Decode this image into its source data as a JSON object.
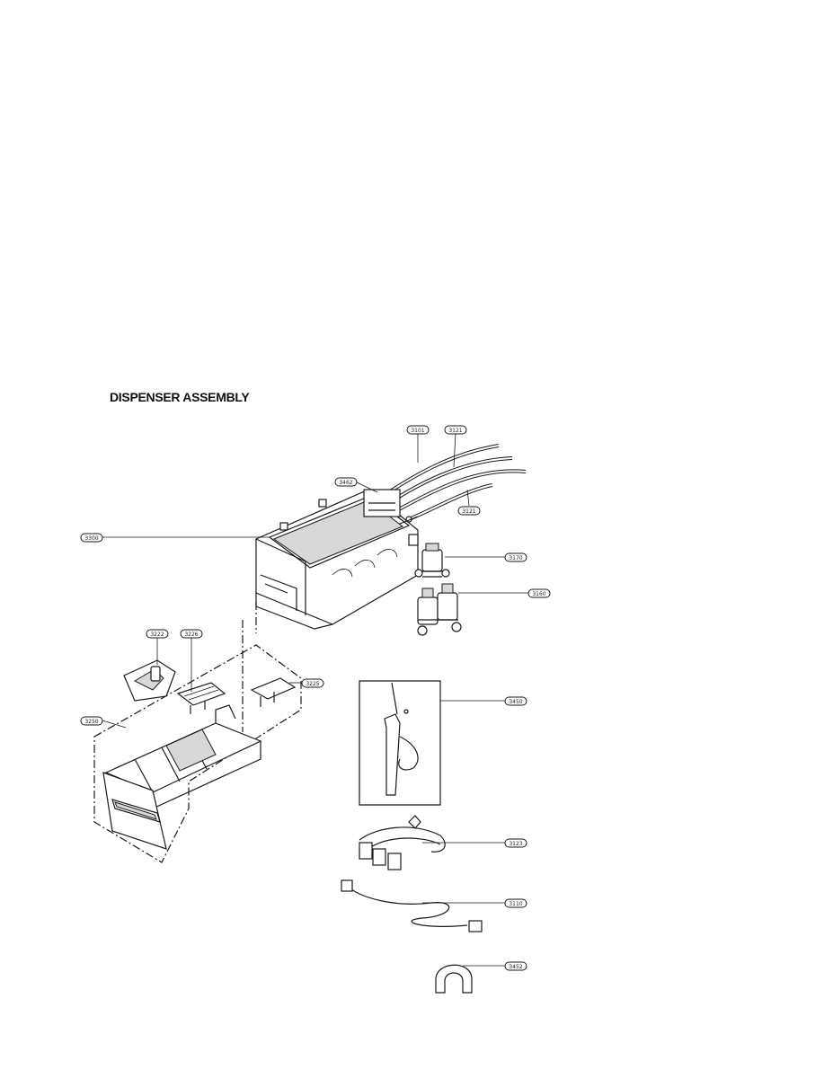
{
  "title": "DISPENSER ASSEMBLY",
  "callouts": [
    {
      "id": "c1",
      "label": "3101"
    },
    {
      "id": "c2",
      "label": "3121"
    },
    {
      "id": "c3",
      "label": "3121"
    },
    {
      "id": "c4",
      "label": "3462"
    },
    {
      "id": "c5",
      "label": "3300"
    },
    {
      "id": "c6",
      "label": "3170"
    },
    {
      "id": "c7",
      "label": "3160"
    },
    {
      "id": "c8",
      "label": "3222"
    },
    {
      "id": "c9",
      "label": "3226"
    },
    {
      "id": "c10",
      "label": "3225"
    },
    {
      "id": "c11",
      "label": "3250"
    },
    {
      "id": "c12",
      "label": "3450"
    },
    {
      "id": "c13",
      "label": "3123"
    },
    {
      "id": "c14",
      "label": "3110"
    },
    {
      "id": "c15",
      "label": "3452"
    }
  ]
}
